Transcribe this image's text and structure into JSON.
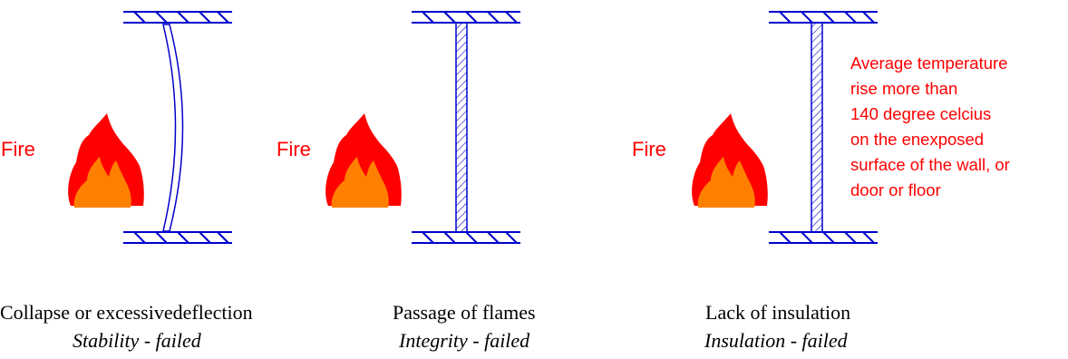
{
  "panels": [
    {
      "fire_label": "Fire",
      "caption": "Collapse or excessivedeflection",
      "result": "Stability - failed"
    },
    {
      "fire_label": "Fire",
      "caption": "Passage of flames",
      "result": "Integrity - failed"
    },
    {
      "fire_label": "Fire",
      "caption": "Lack of insulation",
      "result": "Insulation - failed",
      "note_lines": [
        "Average temperature",
        "rise more than",
        "140 degree celcius",
        "on the enexposed",
        "surface of the wall, or",
        "door or floor"
      ]
    }
  ],
  "colors": {
    "structure": "#0000cc",
    "fire_outer": "#ff0000",
    "fire_inner": "#ff8000",
    "label_red": "#ff0000"
  }
}
